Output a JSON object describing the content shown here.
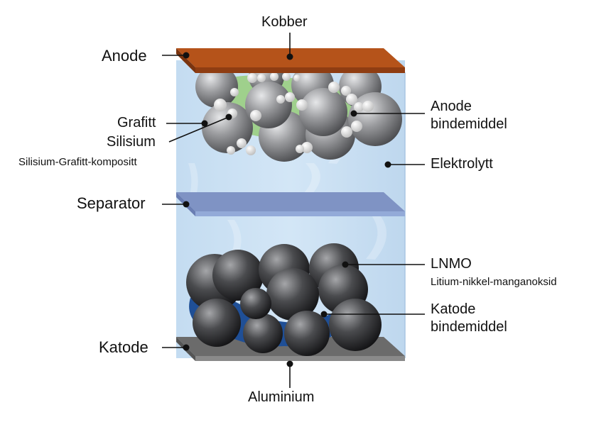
{
  "labels": {
    "kobber": "Kobber",
    "anode": "Anode",
    "grafitt": "Grafitt",
    "silisium": "Silisium",
    "kompositt": "Silisium-Grafitt-kompositt",
    "anode_bindemiddel_1": "Anode",
    "anode_bindemiddel_2": "bindemiddel",
    "elektrolytt": "Elektrolytt",
    "separator": "Separator",
    "lnmo": "LNMO",
    "lnmo_full": "Litium-nikkel-manganoksid",
    "katode_bindemiddel_1": "Katode",
    "katode_bindemiddel_2": "bindemiddel",
    "katode": "Katode",
    "aluminium": "Aluminium"
  },
  "colors": {
    "copper": "#b5531a",
    "electrolyte": "#c9def0",
    "separator": "#7f93c4",
    "aluminium": "#6b6b6b",
    "graphite": "#8c8d8f",
    "silicon": "#e6e6e6",
    "anode_binder": "#9fd08c",
    "lnmo": "#3c3d40",
    "cathode_binder": "#1f4f96"
  }
}
